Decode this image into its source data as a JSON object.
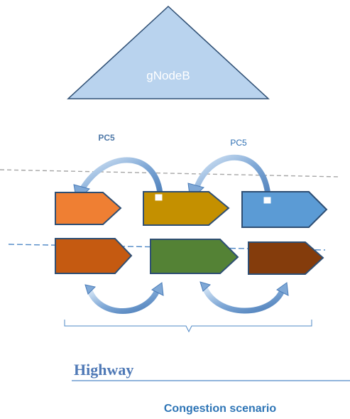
{
  "tower": {
    "label": "gNodeB",
    "fill": "#b9d3ee",
    "stroke": "#2e4e73",
    "text_color": "#ffffff"
  },
  "links": [
    {
      "label": "PC5",
      "text_color": "#4f79a8"
    },
    {
      "label": "PC5",
      "text_color": "#2e6fb3"
    }
  ],
  "lanes": {
    "upper_lane_color": "#a6a6a6",
    "lower_lane_color": "#4f88c6"
  },
  "vehicles_top": [
    {
      "color": "#ef7f33",
      "stroke": "#2e4e73"
    },
    {
      "color": "#c49000",
      "stroke": "#2e4e73"
    },
    {
      "color": "#5b9bd5",
      "stroke": "#2e4e73"
    }
  ],
  "vehicles_bottom": [
    {
      "color": "#c55a11",
      "stroke": "#2e4e73"
    },
    {
      "color": "#548235",
      "stroke": "#2e4e73"
    },
    {
      "color": "#843c0c",
      "stroke": "#2e4e73"
    }
  ],
  "road": {
    "label": "Highway",
    "label_color": "#4f79b6",
    "line_color": "#4f88c6"
  },
  "caption": {
    "text": "Congestion scenario",
    "color": "#2e75b6"
  },
  "accent": "#7fa8d6"
}
